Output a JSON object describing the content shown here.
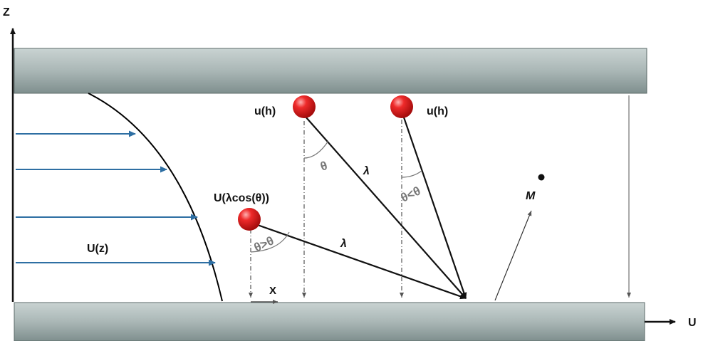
{
  "axes": {
    "z_label": "Z",
    "u_label": "U",
    "x_label": "X"
  },
  "flow": {
    "profile_label": "U(z)"
  },
  "particles": {
    "top_left_label": "u(h)",
    "top_right_label": "u(h)",
    "lower_label": "U(λcos(θ))"
  },
  "paths": {
    "lambda_a": "λ",
    "lambda_b": "λ"
  },
  "angles": {
    "theta": "θ",
    "theta_lt_theta": "θ<θ",
    "theta_gt_theta": "θ>θ"
  },
  "point": {
    "label": "M"
  },
  "colors": {
    "wall": "#9aa9a8",
    "flow_arrow": "#2e6fa3",
    "particle": "#e0201f"
  }
}
